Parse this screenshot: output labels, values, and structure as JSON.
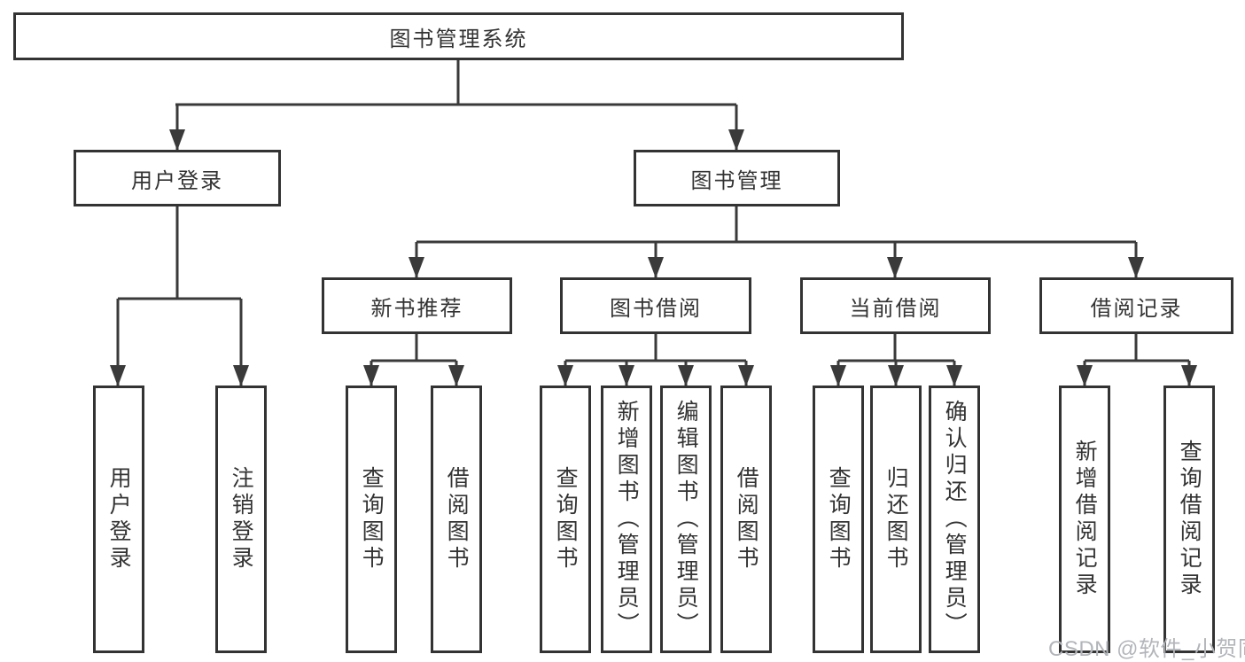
{
  "diagram_title": "图书管理系统",
  "colors": {
    "line": "#3a3a3a",
    "box_border": "#333333",
    "text": "#333333",
    "background": "#ffffff",
    "watermark": "#b2b5b9"
  },
  "watermark": {
    "text": "CSDN @软件_小贺同学"
  },
  "tree": {
    "label": "图书管理系统",
    "children": [
      {
        "label": "用户登录",
        "children": [
          {
            "label": "用户登录"
          },
          {
            "label": "注销登录"
          }
        ]
      },
      {
        "label": "图书管理",
        "children": [
          {
            "label": "新书推荐",
            "children": [
              {
                "label": "查询图书"
              },
              {
                "label": "借阅图书"
              }
            ]
          },
          {
            "label": "图书借阅",
            "children": [
              {
                "label": "查询图书"
              },
              {
                "label": "新增图书（管理员）"
              },
              {
                "label": "编辑图书（管理员）"
              },
              {
                "label": "借阅图书"
              }
            ]
          },
          {
            "label": "当前借阅",
            "children": [
              {
                "label": "查询图书"
              },
              {
                "label": "归还图书"
              },
              {
                "label": "确认归还（管理员）"
              }
            ]
          },
          {
            "label": "借阅记录",
            "children": [
              {
                "label": "新增借阅记录"
              },
              {
                "label": "查询借阅记录"
              }
            ]
          }
        ]
      }
    ]
  }
}
